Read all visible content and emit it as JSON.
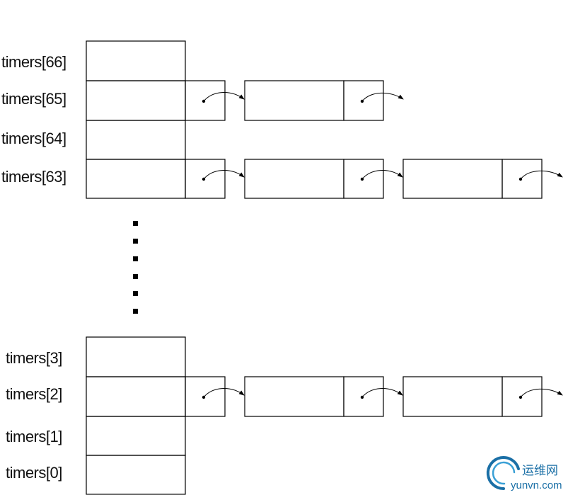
{
  "top_group": {
    "labels": [
      "timers[66]",
      "timers[65]",
      "timers[64]",
      "timers[63]"
    ],
    "chains": [
      {
        "slot": "timers[65]",
        "nodes": 1
      },
      {
        "slot": "timers[63]",
        "nodes": 2
      }
    ]
  },
  "ellipsis_dots": 6,
  "bottom_group": {
    "labels": [
      "timers[3]",
      "timers[2]",
      "timers[1]",
      "timers[0]"
    ],
    "chains": [
      {
        "slot": "timers[2]",
        "nodes": 2
      }
    ]
  },
  "watermark": {
    "cn_text": "运维网",
    "en_text": "yunvn.com",
    "color": "#1a6fa6"
  }
}
